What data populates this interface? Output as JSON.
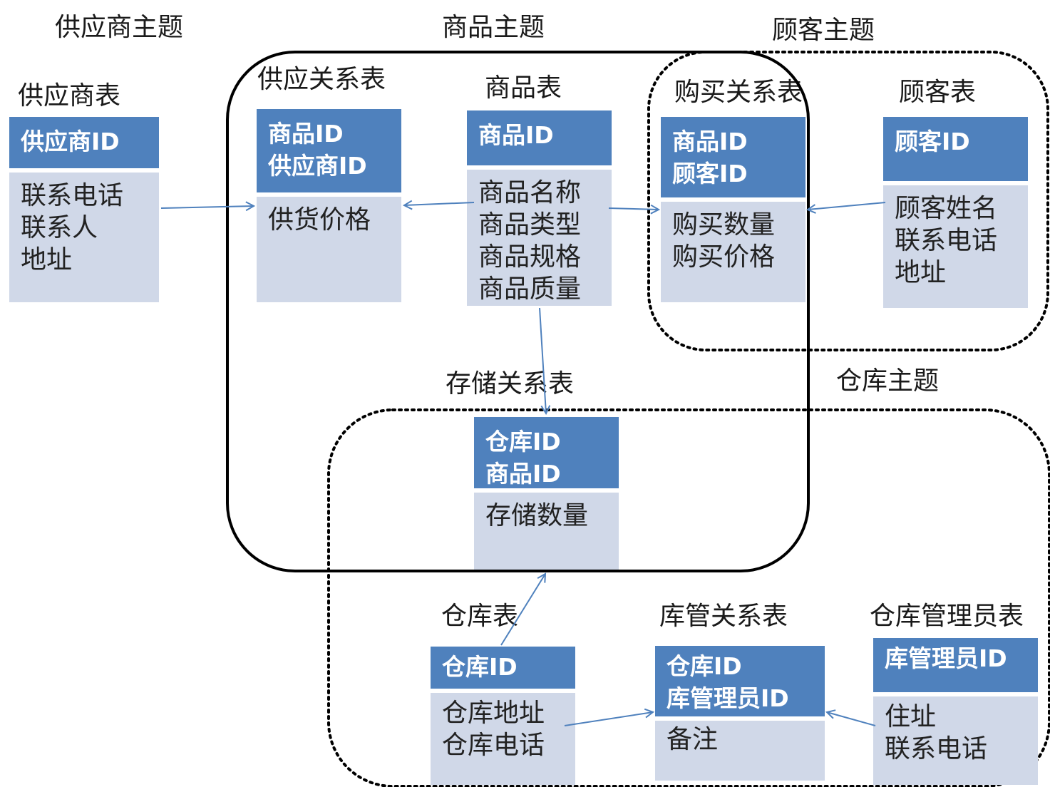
{
  "themes": {
    "supplier": "供应商主题",
    "product": "商品主题",
    "customer": "顾客主题",
    "warehouse": "仓库主题"
  },
  "tables": {
    "supplier": {
      "name": "供应商表",
      "keys": [
        "供应商ID"
      ],
      "fields": [
        "联系电话",
        "联系人",
        "地址"
      ]
    },
    "supply_relation": {
      "name": "供应关系表",
      "keys": [
        "商品ID",
        "供应商ID"
      ],
      "fields": [
        "供货价格"
      ]
    },
    "product": {
      "name": "商品表",
      "keys": [
        "商品ID"
      ],
      "fields": [
        "商品名称",
        "商品类型",
        "商品规格",
        "商品质量"
      ]
    },
    "purchase_relation": {
      "name": "购买关系表",
      "keys": [
        "商品ID",
        "顾客ID"
      ],
      "fields": [
        "购买数量",
        "购买价格"
      ]
    },
    "customer": {
      "name": "顾客表",
      "keys": [
        "顾客ID"
      ],
      "fields": [
        "顾客姓名",
        "联系电话",
        "地址"
      ]
    },
    "storage_relation": {
      "name": "存储关系表",
      "keys": [
        "仓库ID",
        "商品ID"
      ],
      "fields": [
        "存储数量"
      ]
    },
    "warehouse": {
      "name": "仓库表",
      "keys": [
        "仓库ID"
      ],
      "fields": [
        "仓库地址",
        "仓库电话"
      ]
    },
    "keeper_relation": {
      "name": "库管关系表",
      "keys": [
        "仓库ID",
        "库管理员ID"
      ],
      "fields": [
        "备注"
      ]
    },
    "keeper": {
      "name": "仓库管理员表",
      "keys": [
        "库管理员ID"
      ],
      "fields": [
        "住址",
        "联系电话"
      ]
    }
  },
  "colors": {
    "header": "#4f81bd",
    "body": "#d0d8e8",
    "arrow": "#4f81bd",
    "theme_border": "#000000"
  }
}
